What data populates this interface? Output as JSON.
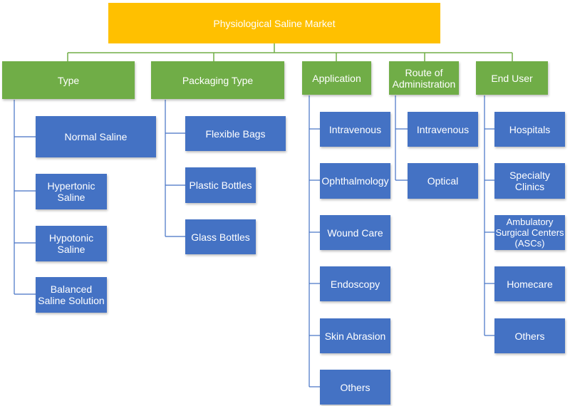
{
  "root": {
    "label": "Physiological Saline Market"
  },
  "categories": [
    {
      "label": "Type",
      "items": [
        "Normal Saline",
        "Hypertonic Saline",
        "Hypotonic Saline",
        "Balanced Saline Solution"
      ]
    },
    {
      "label": "Packaging Type",
      "items": [
        "Flexible Bags",
        "Plastic Bottles",
        "Glass Bottles"
      ]
    },
    {
      "label": "Application",
      "items": [
        "Intravenous",
        "Ophthalmology",
        "Wound Care",
        "Endoscopy",
        "Skin Abrasion",
        "Others"
      ]
    },
    {
      "label": "Route of Administration",
      "items": [
        "Intravenous",
        "Optical"
      ]
    },
    {
      "label": "End User",
      "items": [
        "Hospitals",
        "Specialty Clinics",
        "Ambulatory Surgical Centers (ASCs)",
        "Homecare",
        "Others"
      ]
    }
  ],
  "colors": {
    "root": "#FFC000",
    "category": "#70AD47",
    "leaf": "#4472C4",
    "connector": "#70AD47",
    "tree_line": "#4472C4"
  }
}
